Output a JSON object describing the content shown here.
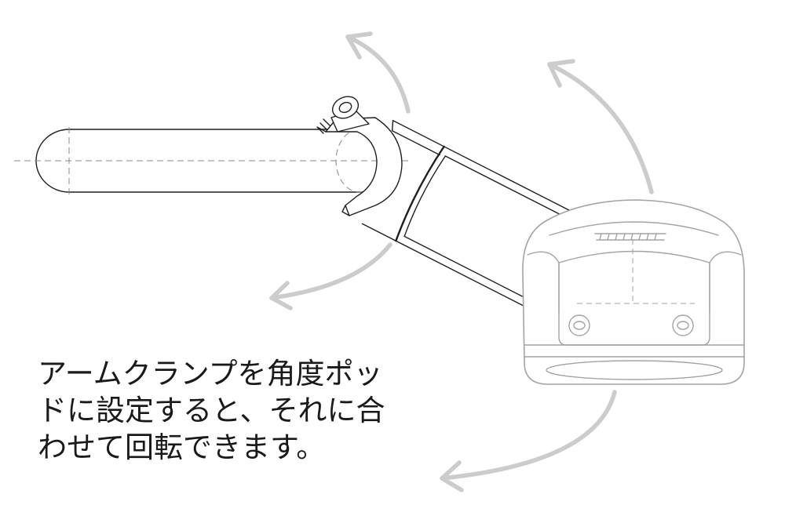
{
  "caption": {
    "lines": [
      "アームクランプを角度ポッ",
      "ドに設定すると、それに合",
      "わせて回転できます。"
    ]
  },
  "colors": {
    "outline": "#1f1f1f",
    "device": "#a3a3a3",
    "arrow": "#cccccc",
    "dash": "#8a8a8a",
    "text": "#1a1a1a"
  }
}
